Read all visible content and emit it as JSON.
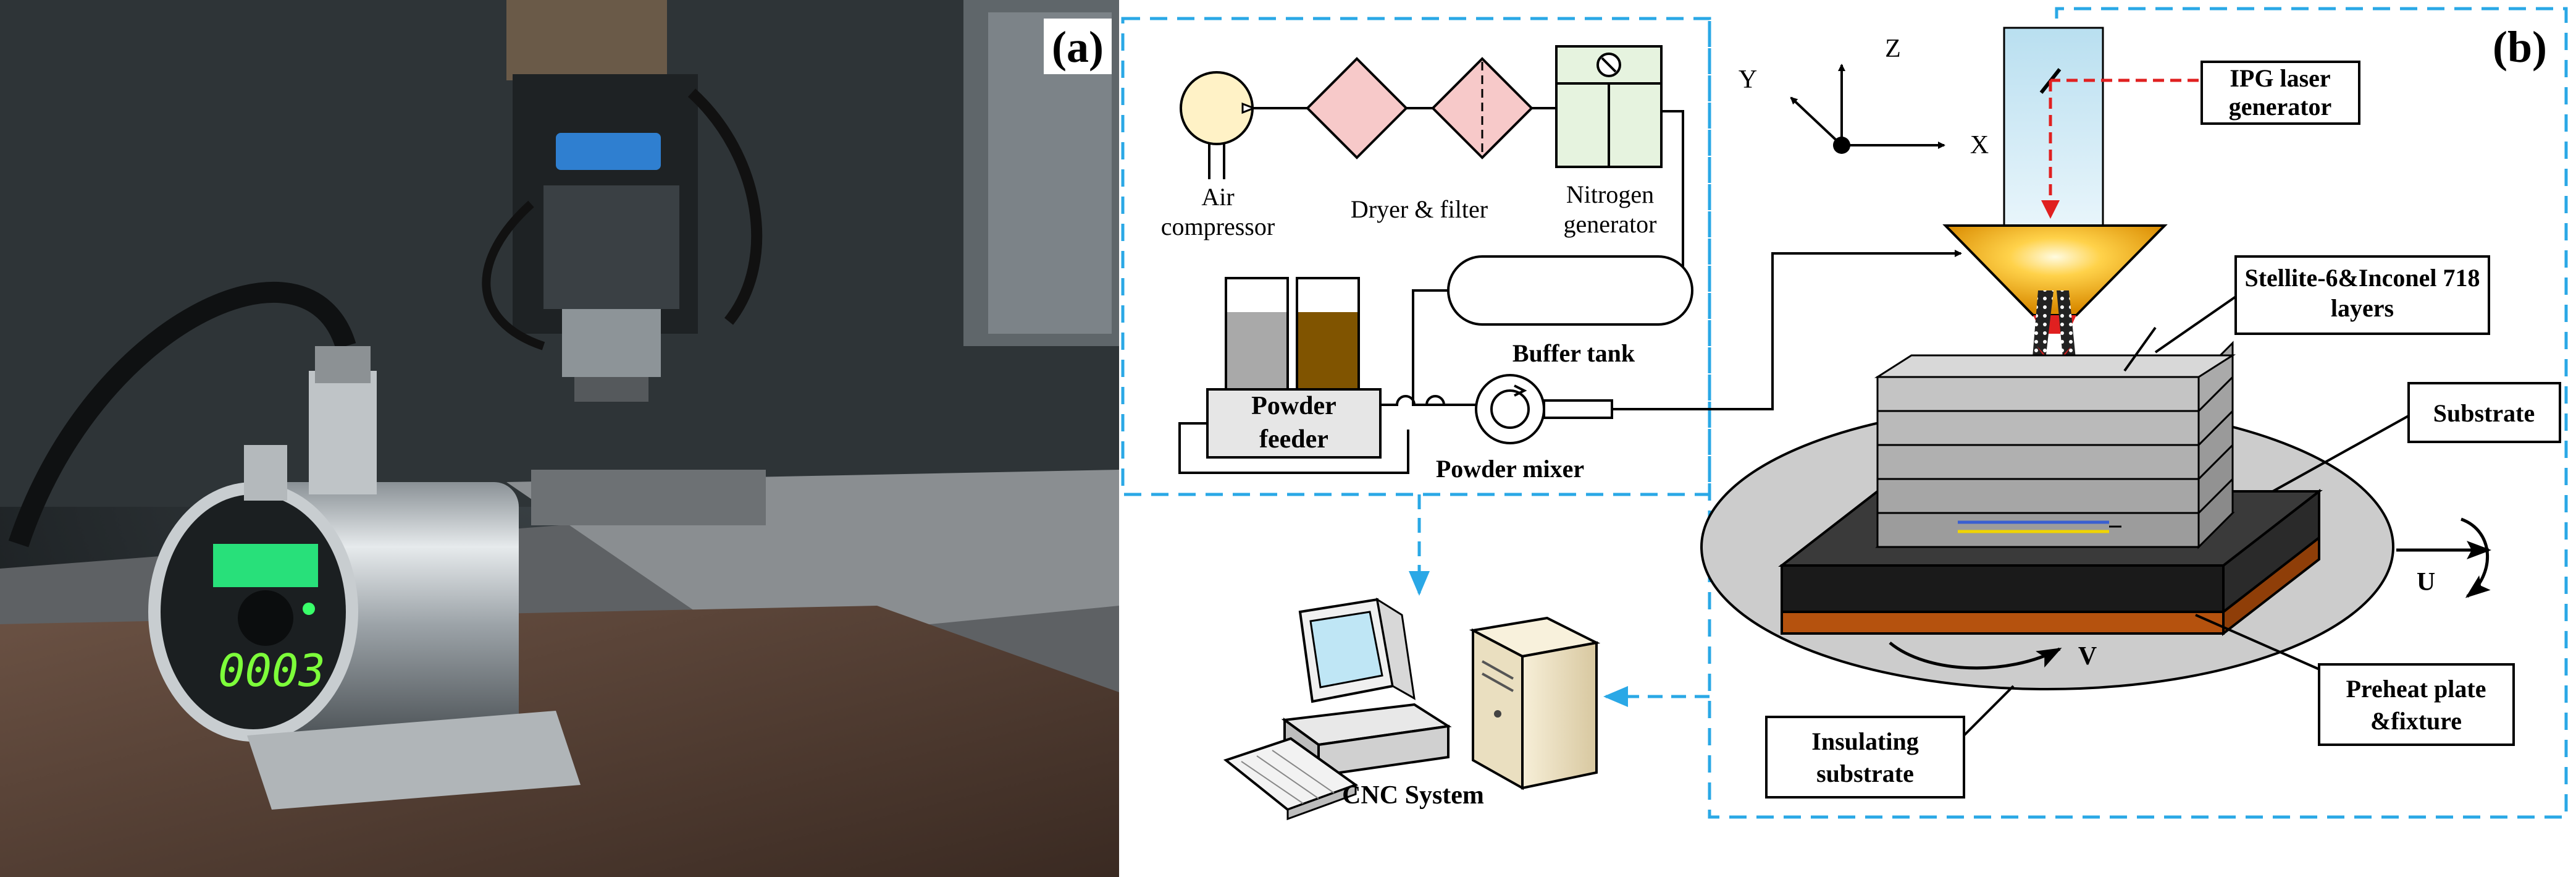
{
  "panel_a": {
    "label": "(a)",
    "pyrometer_display": "0003"
  },
  "panel_b": {
    "label": "(b)",
    "axes": {
      "y": "Y",
      "z": "Z",
      "x": "X"
    },
    "gas_line": {
      "air_compressor": [
        "Air",
        "compressor"
      ],
      "dryer_filter": "Dryer & filter",
      "nitrogen_generator": [
        "Nitrogen",
        "generator"
      ],
      "buffer_tank": "Buffer tank",
      "powder_feeder": [
        "Powder",
        "feeder"
      ],
      "powder_mixer": "Powder mixer"
    },
    "control": {
      "cnc_system": "CNC System"
    },
    "deposition": {
      "laser": [
        "IPG laser",
        "generator"
      ],
      "layers": [
        "Stellite-6&Inconel 718",
        "layers"
      ],
      "substrate": "Substrate",
      "preheat_plate": [
        "Preheat plate",
        "&fixture"
      ],
      "insulating_substrate": [
        "Insulating",
        "substrate"
      ],
      "rotation_u": "U",
      "rotation_v": "V"
    },
    "colors": {
      "dashed_frame": "#2aa8e6",
      "laser_beam": "#e02020",
      "nozzle": "#f2a400",
      "compressor_fill": "#fff2c6",
      "filter_fill": "#f7c9c9",
      "nitrogen_fill": "#e6f3df",
      "powder_gray": "#a9a9a9",
      "powder_brown": "#805400",
      "preheat_plate": "#b5520e"
    }
  }
}
